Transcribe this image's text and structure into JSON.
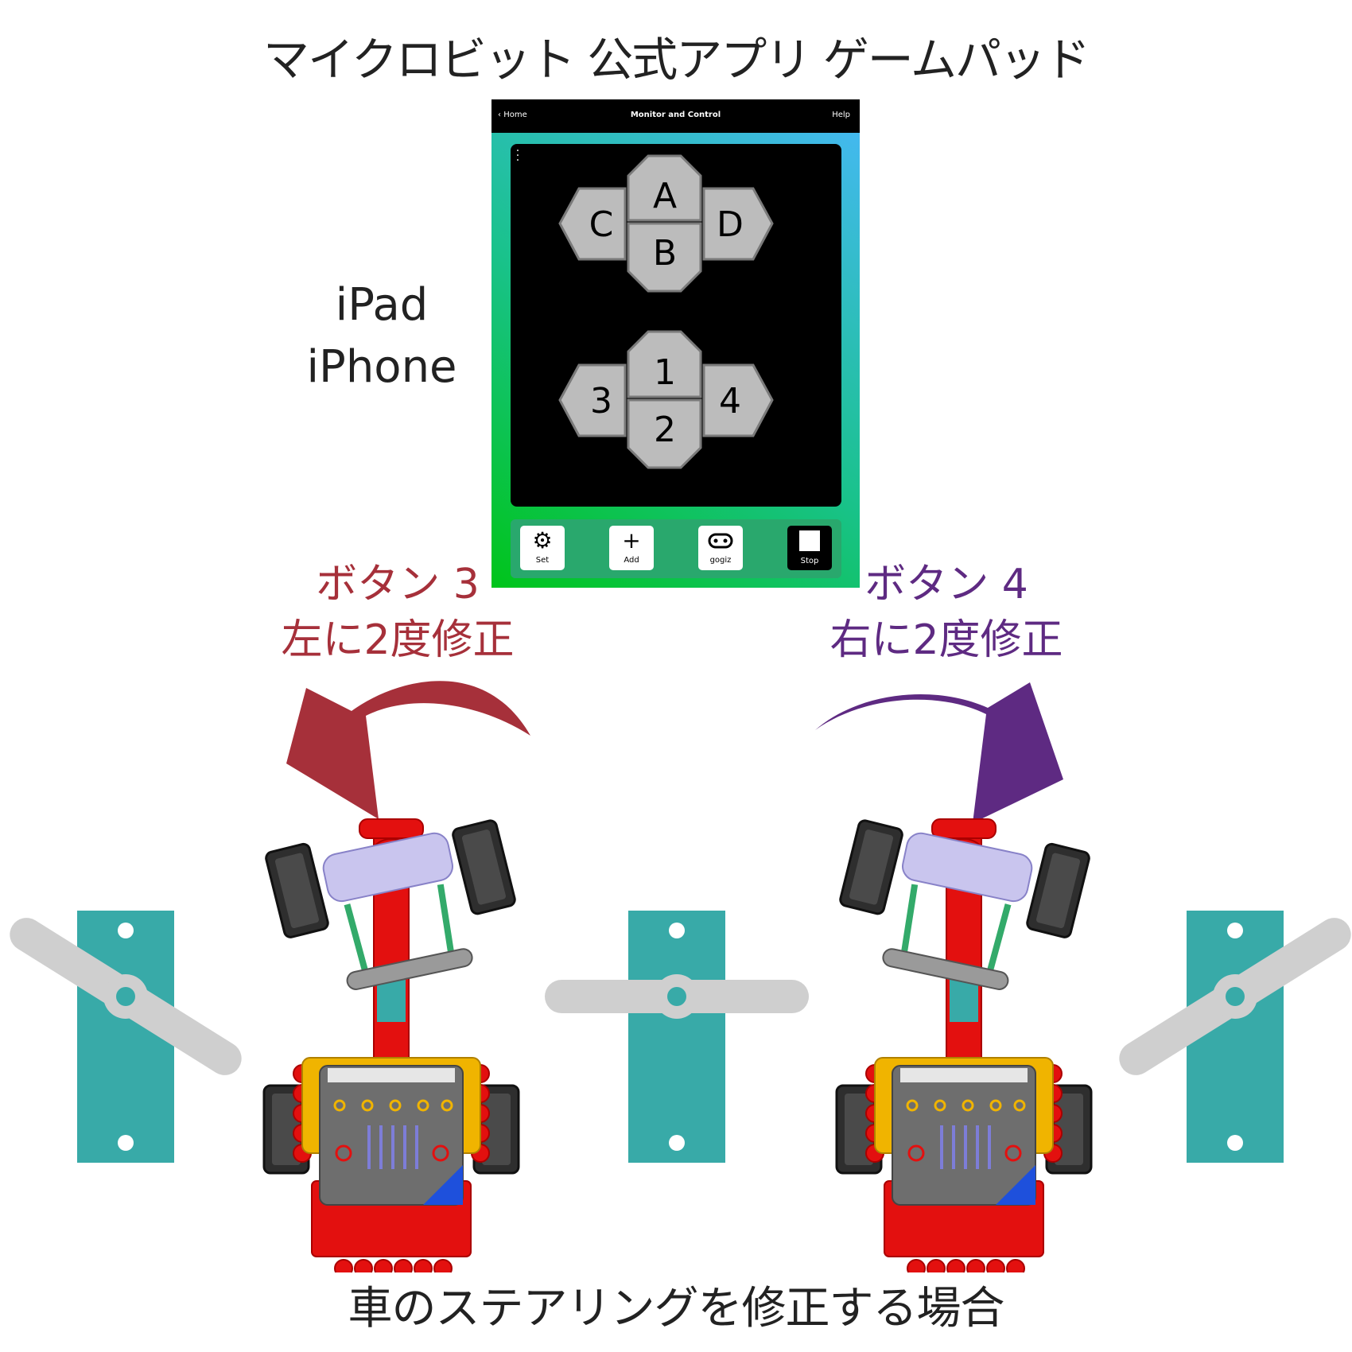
{
  "title": "マイクロビット 公式アプリ ゲームパッド",
  "device_label": {
    "line1": "iPad",
    "line2": "iPhone"
  },
  "app": {
    "back_label": "Home",
    "screen_title": "Monitor and Control",
    "help_label": "Help",
    "pad_top": {
      "up": "A",
      "down": "B",
      "left": "C",
      "right": "D"
    },
    "pad_bottom": {
      "up": "1",
      "down": "2",
      "left": "3",
      "right": "4"
    },
    "toolbar": [
      {
        "label": "Set",
        "icon": "gear-icon"
      },
      {
        "label": "Add",
        "icon": "plus-icon"
      },
      {
        "label": "gogiz",
        "icon": "microbit-icon"
      },
      {
        "label": "Stop",
        "icon": "stop-icon"
      }
    ]
  },
  "left_note": {
    "line1": "ボタン 3",
    "line2": "左に2度修正",
    "color": "#a6303a"
  },
  "right_note": {
    "line1": "ボタン 4",
    "line2": "右に2度修正",
    "color": "#5e2a82"
  },
  "footer": "車のステアリングを修正する場合",
  "colors": {
    "servo_plate": "#38aaa8",
    "servo_horn": "#cfcfcf",
    "robot_red": "#e3100f",
    "robot_gold": "#f0b400",
    "purple_arrow": "#5e2a82",
    "red_arrow": "#a6303a"
  }
}
